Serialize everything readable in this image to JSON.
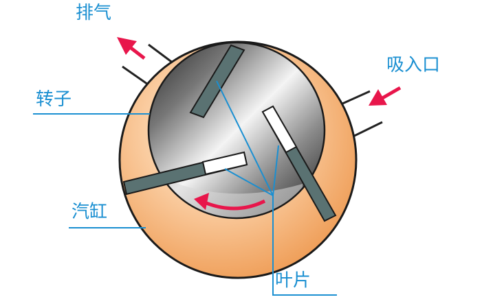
{
  "labels": {
    "exhaust": "排气",
    "intake": "吸入口",
    "rotor": "转子",
    "cylinder": "汽缸",
    "vane": "叶片"
  },
  "colors": {
    "label_text": "#1a8fd1",
    "leader_line": "#1a8fd1",
    "arrow": "#e8164b",
    "cylinder_body": "#f5b77e",
    "vane": "#5a7272"
  }
}
